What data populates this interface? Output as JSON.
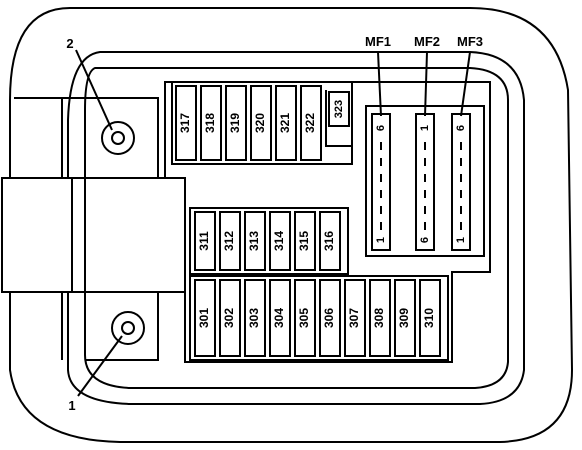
{
  "callouts": {
    "bolt_top": "2",
    "bolt_bottom": "1"
  },
  "fuse_rows": {
    "top": [
      "317",
      "318",
      "319",
      "320",
      "321",
      "322"
    ],
    "top_small": "323",
    "middle": [
      "311",
      "312",
      "313",
      "314",
      "315",
      "316"
    ],
    "bottom": [
      "301",
      "302",
      "303",
      "304",
      "305",
      "306",
      "307",
      "308",
      "309",
      "310"
    ]
  },
  "mega_fuses": {
    "labels": [
      "MF1",
      "MF2",
      "MF3"
    ],
    "mf1": {
      "top": "6",
      "bottom": "1"
    },
    "mf2": {
      "top": "1",
      "bottom": "6"
    },
    "mf3": {
      "top": "6",
      "bottom": "1"
    }
  },
  "colors": {
    "line": "#000000",
    "fill": "#ffffff"
  }
}
